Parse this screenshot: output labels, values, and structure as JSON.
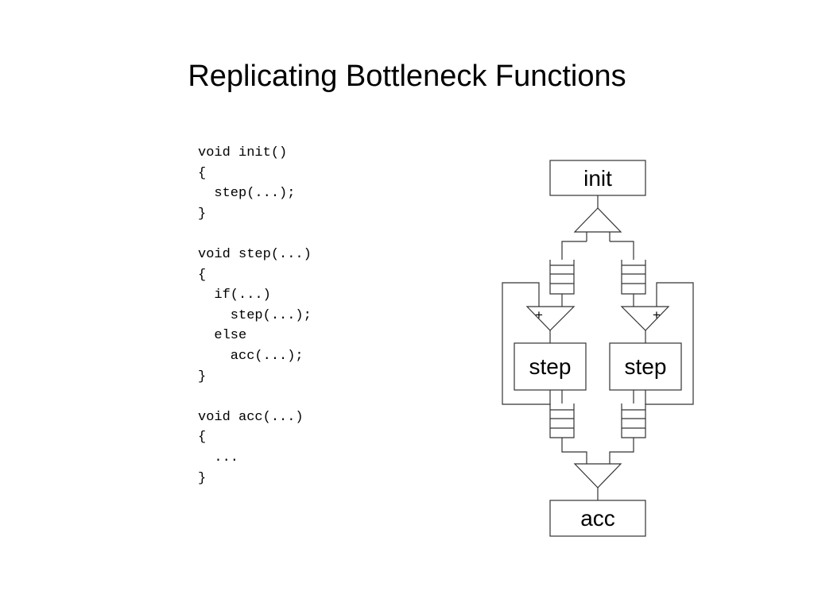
{
  "title": "Replicating Bottleneck Functions",
  "code_lines": [
    "void init()",
    "{",
    "  step(...);",
    "}",
    "",
    "void step(...)",
    "{",
    "  if(...)",
    "    step(...);",
    "  else",
    "    acc(...);",
    "}",
    "",
    "void acc(...)",
    "{",
    "  ...",
    "}"
  ],
  "diagram": {
    "init_label": "init",
    "step_left_label": "step",
    "step_right_label": "step",
    "acc_label": "acc",
    "merge_left_sign": "+",
    "merge_right_sign": "+"
  }
}
